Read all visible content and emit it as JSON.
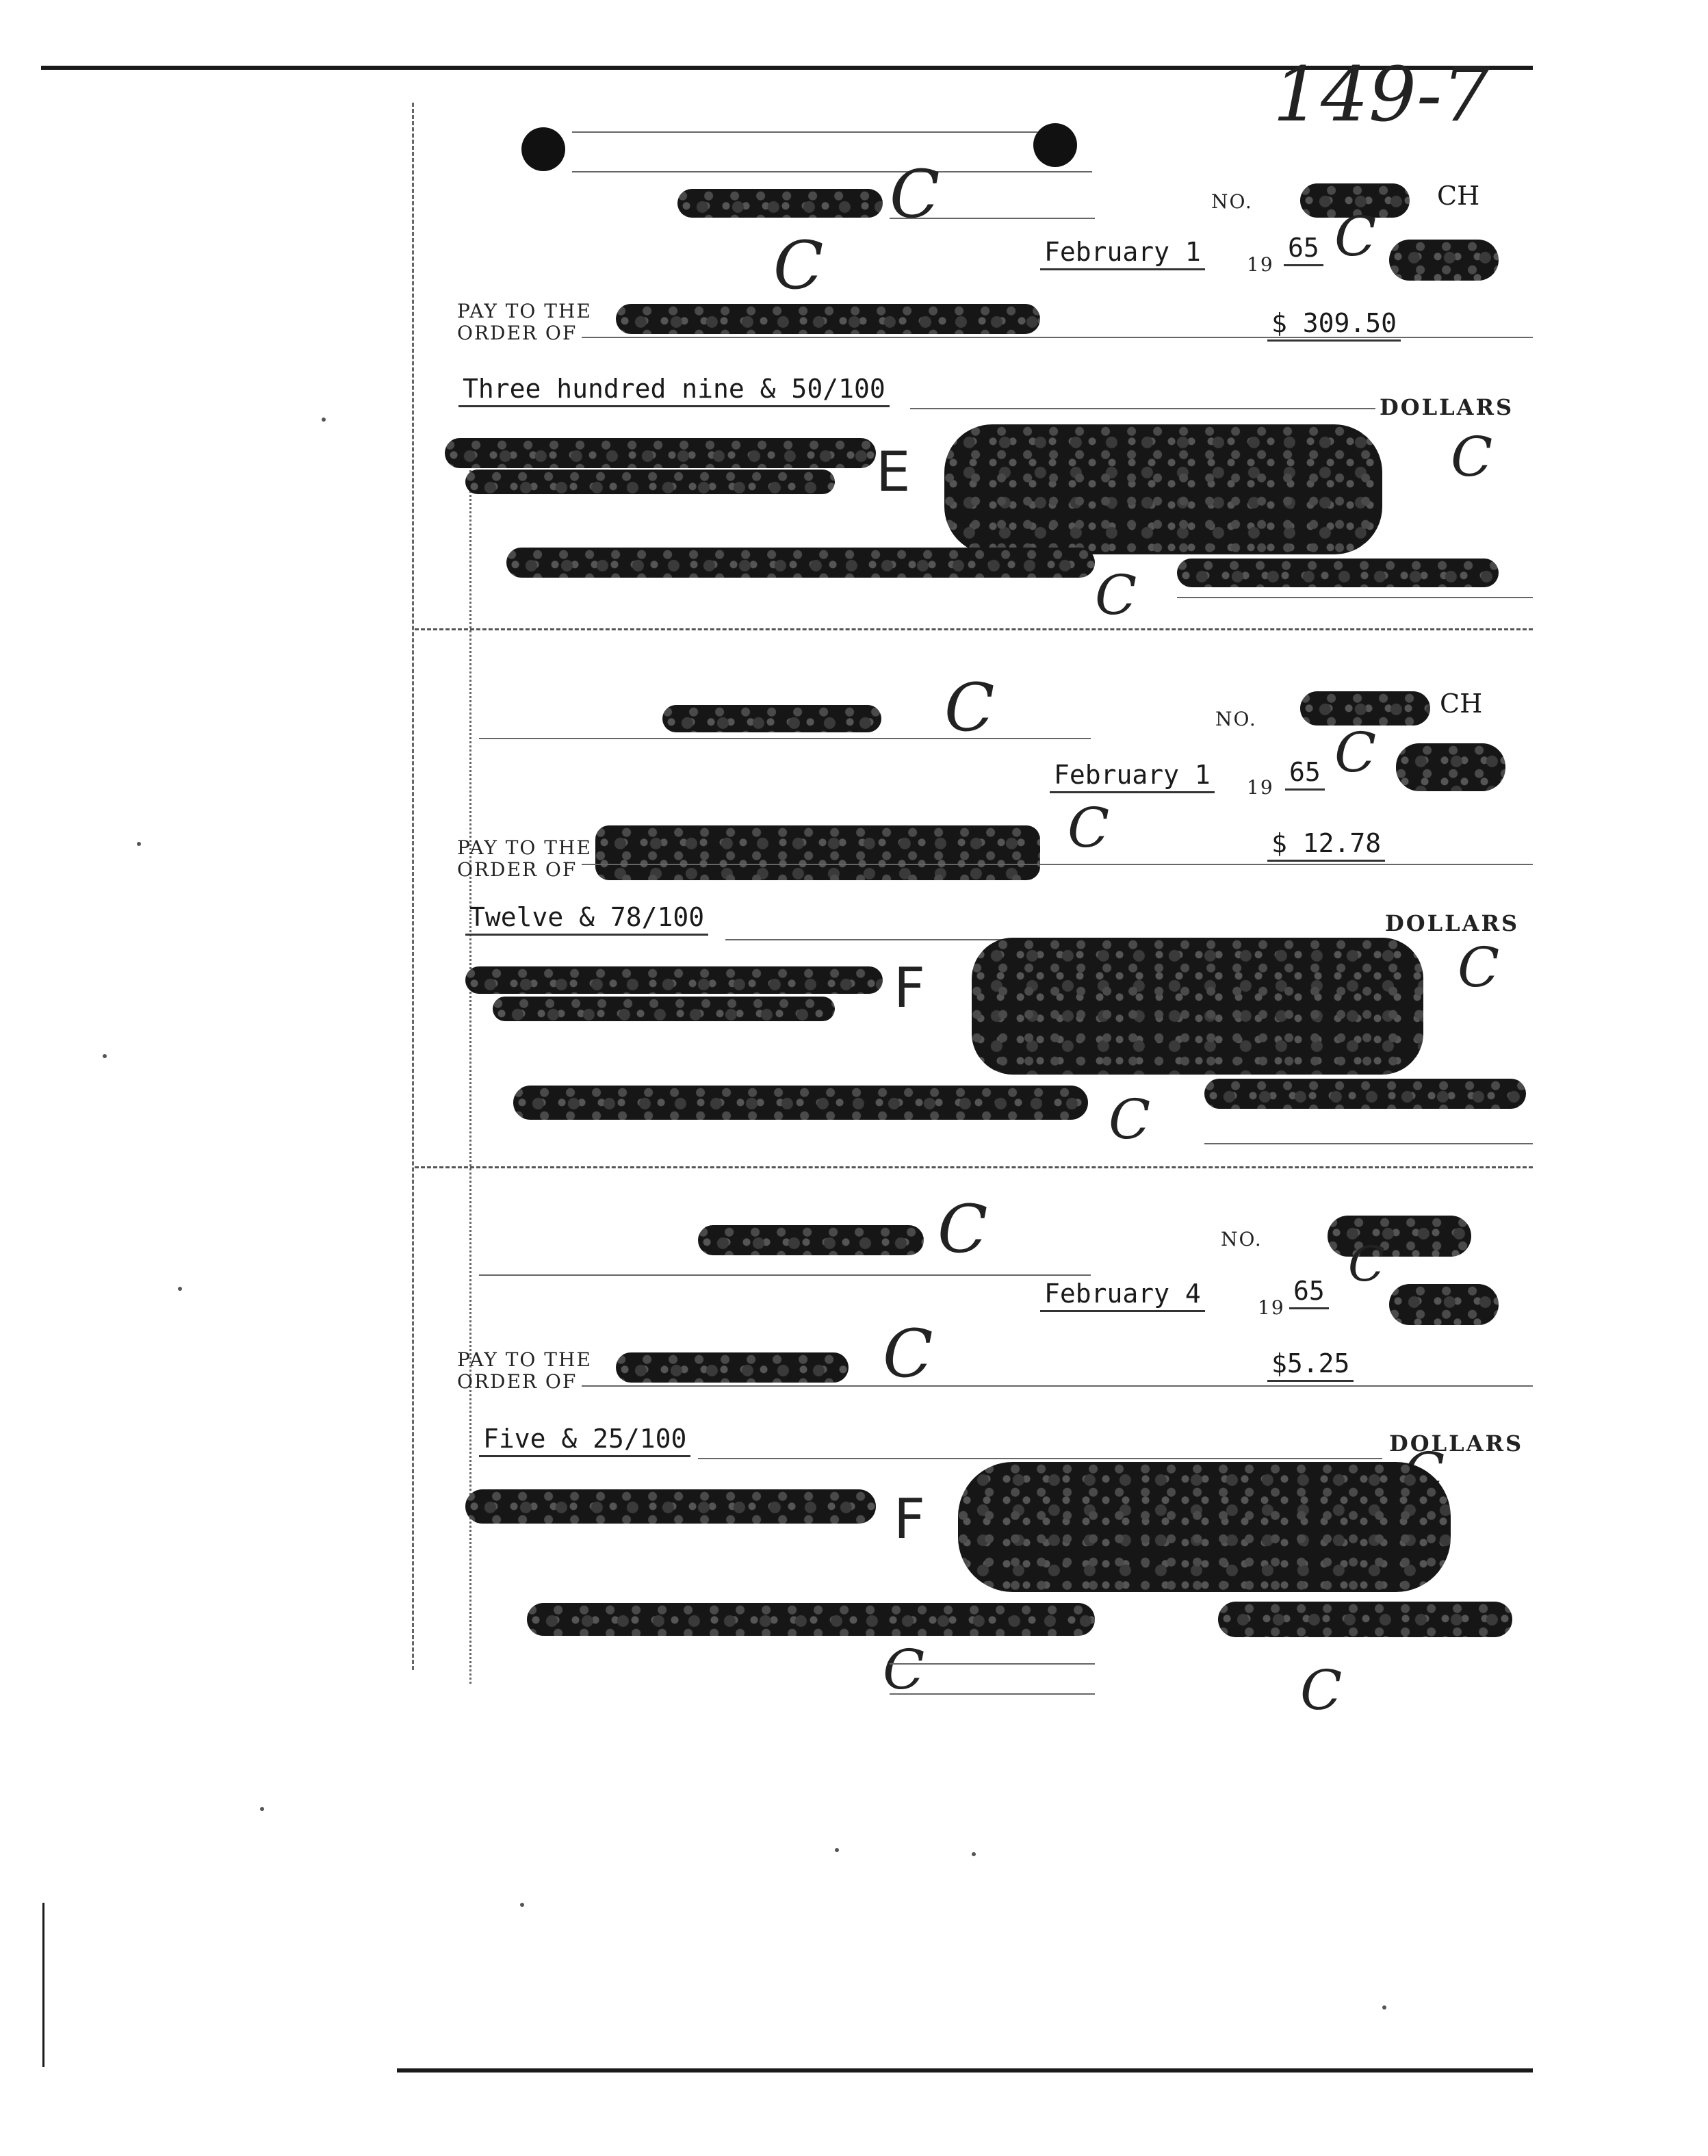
{
  "page": {
    "doc_number": "149-7"
  },
  "checks": [
    {
      "no_label": "NO.",
      "suffix": "CH",
      "date": "February 1",
      "year_prefix": "19",
      "year": "65",
      "pay_label_1": "PAY TO THE",
      "pay_label_2": "ORDER OF",
      "amount": "$ 309.50",
      "written_amount": "Three hundred nine & 50/100",
      "dollars_label": "DOLLARS",
      "marks": {
        "m1": "C",
        "m2": "C",
        "m3": "C",
        "m4": "E",
        "m5": "C",
        "m6": "C"
      }
    },
    {
      "no_label": "NO.",
      "suffix": "CH",
      "date": "February 1",
      "year_prefix": "19",
      "year": "65",
      "pay_label_1": "PAY TO THE",
      "pay_label_2": "ORDER OF",
      "amount": "$ 12.78",
      "written_amount": "Twelve & 78/100",
      "dollars_label": "DOLLARS",
      "marks": {
        "m1": "C",
        "m2": "C",
        "m3": "C",
        "m4": "F",
        "m5": "C",
        "m6": "C"
      }
    },
    {
      "no_label": "NO.",
      "suffix": "",
      "date": "February 4",
      "year_prefix": "19",
      "year": "65",
      "pay_label_1": "PAY TO THE",
      "pay_label_2": "ORDER OF",
      "amount": "$5.25",
      "written_amount": "Five & 25/100",
      "dollars_label": "DOLLARS",
      "marks": {
        "m1": "C",
        "m2": "C",
        "m3": "C",
        "m4": "F",
        "m5": "C",
        "m6": "C"
      }
    }
  ]
}
